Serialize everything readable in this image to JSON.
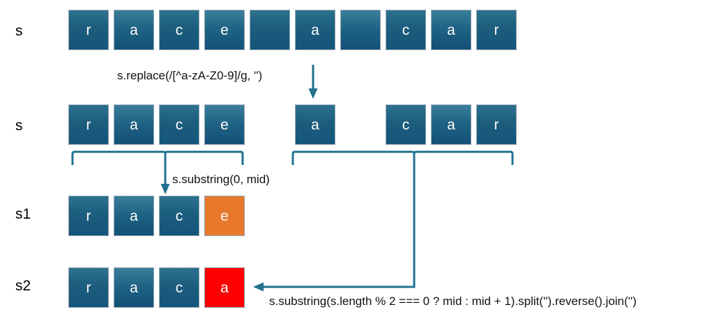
{
  "diagram": {
    "title": "JavaScript palindrome string transformation diagram",
    "colors": {
      "box_blue": "#1d5e7e",
      "box_orange": "#e8792c",
      "box_red": "#fe0000",
      "connector": "#21708f",
      "text_on_box": "#ffffff",
      "label_text": "#000000",
      "background": "#ffffff"
    },
    "rows": [
      {
        "label": "s",
        "name": "row-s-original",
        "cells": [
          {
            "char": "r",
            "blank": false,
            "color": "blue"
          },
          {
            "char": "a",
            "blank": false,
            "color": "blue"
          },
          {
            "char": "c",
            "blank": false,
            "color": "blue"
          },
          {
            "char": "e",
            "blank": false,
            "color": "blue"
          },
          {
            "char": " ",
            "blank": true,
            "color": "blue"
          },
          {
            "char": "a",
            "blank": false,
            "color": "blue"
          },
          {
            "char": " ",
            "blank": true,
            "color": "blue"
          },
          {
            "char": "c",
            "blank": false,
            "color": "blue"
          },
          {
            "char": "a",
            "blank": false,
            "color": "blue"
          },
          {
            "char": "r",
            "blank": false,
            "color": "blue"
          }
        ]
      },
      {
        "label": "s",
        "name": "row-s-cleaned",
        "cells": [
          {
            "char": "r",
            "blank": false,
            "color": "blue",
            "slot": 0
          },
          {
            "char": "a",
            "blank": false,
            "color": "blue",
            "slot": 1
          },
          {
            "char": "c",
            "blank": false,
            "color": "blue",
            "slot": 2
          },
          {
            "char": "e",
            "blank": false,
            "color": "blue",
            "slot": 3
          },
          {
            "char": "a",
            "blank": false,
            "color": "blue",
            "slot": 5
          },
          {
            "char": "c",
            "blank": false,
            "color": "blue",
            "slot": 7
          },
          {
            "char": "a",
            "blank": false,
            "color": "blue",
            "slot": 8
          },
          {
            "char": "r",
            "blank": false,
            "color": "blue",
            "slot": 9
          }
        ]
      },
      {
        "label": "s1",
        "name": "row-s1",
        "cells": [
          {
            "char": "r",
            "blank": false,
            "color": "blue"
          },
          {
            "char": "a",
            "blank": false,
            "color": "blue"
          },
          {
            "char": "c",
            "blank": false,
            "color": "blue"
          },
          {
            "char": "e",
            "blank": false,
            "color": "orange"
          }
        ]
      },
      {
        "label": "s2",
        "name": "row-s2",
        "cells": [
          {
            "char": "r",
            "blank": false,
            "color": "blue"
          },
          {
            "char": "a",
            "blank": false,
            "color": "blue"
          },
          {
            "char": "c",
            "blank": false,
            "color": "blue"
          },
          {
            "char": "a",
            "blank": false,
            "color": "red"
          }
        ]
      }
    ],
    "captions": {
      "replace": "s.replace(/[^a-zA-Z0-9]/g, '')",
      "substring_first_half": "s.substring(0, mid)",
      "substring_second_half_reversed": "s.substring(s.length % 2 === 0 ? mid : mid + 1).split('').reverse().join('')"
    },
    "labels": {
      "row1": "s",
      "row2": "s",
      "row3": "s1",
      "row4": "s2"
    }
  }
}
